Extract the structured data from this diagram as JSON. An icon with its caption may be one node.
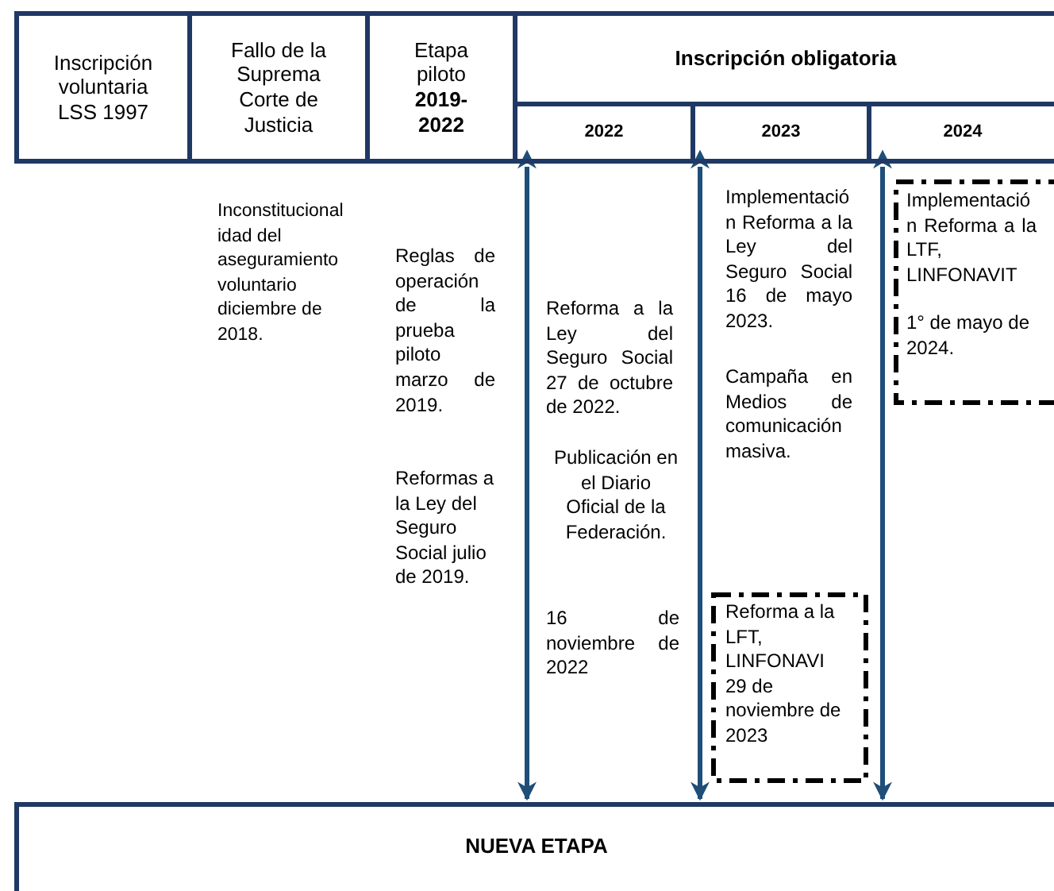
{
  "diagram": {
    "nodes": [
      {
        "text": [
          "Inscripción voluntaria LSS 1997"
        ]
      },
      {
        "text": [
          "Fallo de la Suprema Corte de Justicia"
        ]
      },
      {
        "text": [
          "Etapa piloto **2019-2022**"
        ]
      },
      {
        "text": [
          "Inscripción obligatoria"
        ]
      },
      {
        "text": [
          "2022"
        ]
      },
      {
        "text": [
          "2023"
        ]
      },
      {
        "text": [
          "2024"
        ]
      },
      {
        "text": [
          "Implementación Reforma a la LTF, LINFONAVIT",
          "1° de mayo de 2024."
        ]
      },
      {
        "text": [
          "Reforma a la LFT, LINFONAVI 29 de noviembre de 2023"
        ]
      },
      {
        "text": [
          "NUEVA ETAPA"
        ]
      }
    ],
    "edges": [
      {
        "from": 4,
        "to": 9,
        "arrow": "both"
      },
      {
        "from": 5,
        "to": 9,
        "arrow": "both"
      },
      {
        "from": 6,
        "to": 9,
        "arrow": "both"
      }
    ],
    "labels": [
      "Inconstitucionalidad del aseguramiento voluntario diciembre de 2018.",
      "Reglas de operación de la prueba piloto marzo de 2019.",
      "Reformas a la Ley del Seguro Social julio de 2019.",
      "Reforma a la Ley del Seguro Social 27 de octubre de 2022.",
      "Publicación en el Diario Oficial de la Federación.",
      "16 de noviembre de 2022",
      "Implementación Reforma a la Ley del Seguro Social 16 de mayo 2023.",
      "Campaña en Medios de comunicación masiva."
    ]
  }
}
